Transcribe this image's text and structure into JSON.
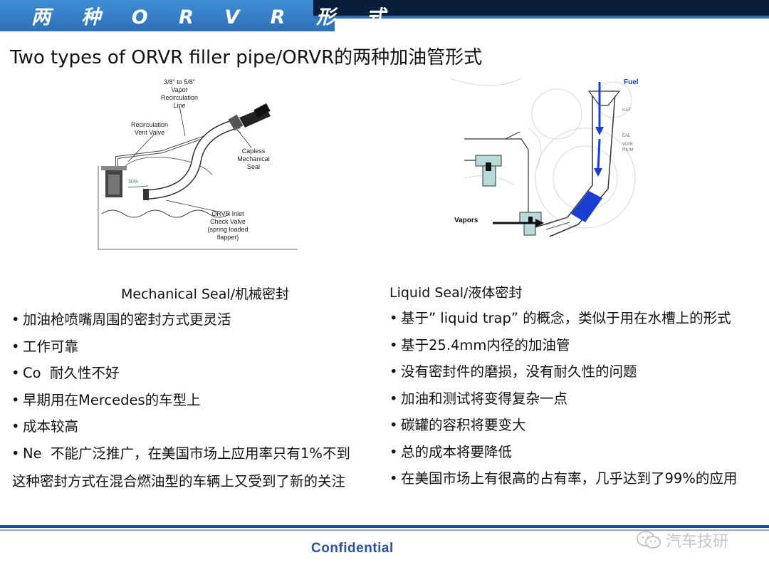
{
  "header": {
    "title": "两 种 O R V R 形 式"
  },
  "slide_title": "Two types of ORVR filler pipe/ORVR的两种加油管形式",
  "left_figure": {
    "labels": {
      "vapor_line": [
        "3/8\" to 5/8\"",
        "Vapor",
        "Recirculation",
        "Line"
      ],
      "vent_valve": [
        "Recirculation",
        "Vent Valve"
      ],
      "capless": [
        "Capless",
        "Mechanical",
        "Seal"
      ],
      "inlet_valve": [
        "ORVR Inlet",
        "Check Valve",
        "(spring loaded",
        "flapper)"
      ],
      "pct": "30%"
    }
  },
  "right_figure": {
    "labels": {
      "fuel": "Fuel",
      "vapors": "Vapors",
      "side1": "ILET",
      "side2": "EAL",
      "side3": "VOIR",
      "side4": "RIUM"
    },
    "colors": {
      "fuel": "#1a3fd0",
      "seal": "#b7dada"
    }
  },
  "left_column": {
    "heading": "Mechanical Seal/机械密封",
    "bullets": [
      "加油枪喷嘴周围的密封方式更灵活",
      "工作可靠",
      "Co  耐久性不好",
      "早期用在Mercedes的车型上",
      "成本较高",
      "Ne  不能广泛推广，在美国市场上应用率只有1%不到"
    ],
    "continuation": "这种密封方式在混合燃油型的车辆上又受到了新的关注"
  },
  "right_column": {
    "heading": "Liquid Seal/液体密封",
    "bullets": [
      "基于” liquid trap” 的概念，类似于用在水槽上的形式",
      "基于25.4mm内径的加油管",
      "没有密封件的磨损，没有耐久性的问题",
      "加油和测试将变得复杂一点",
      "碳罐的容积将要变大",
      "总的成本将要降低",
      "在美国市场上有很高的占有率，几乎达到了99%的应用"
    ]
  },
  "footer": {
    "confidential": "Confidential",
    "watermark": "汽车技研"
  },
  "bullet_char": "•"
}
